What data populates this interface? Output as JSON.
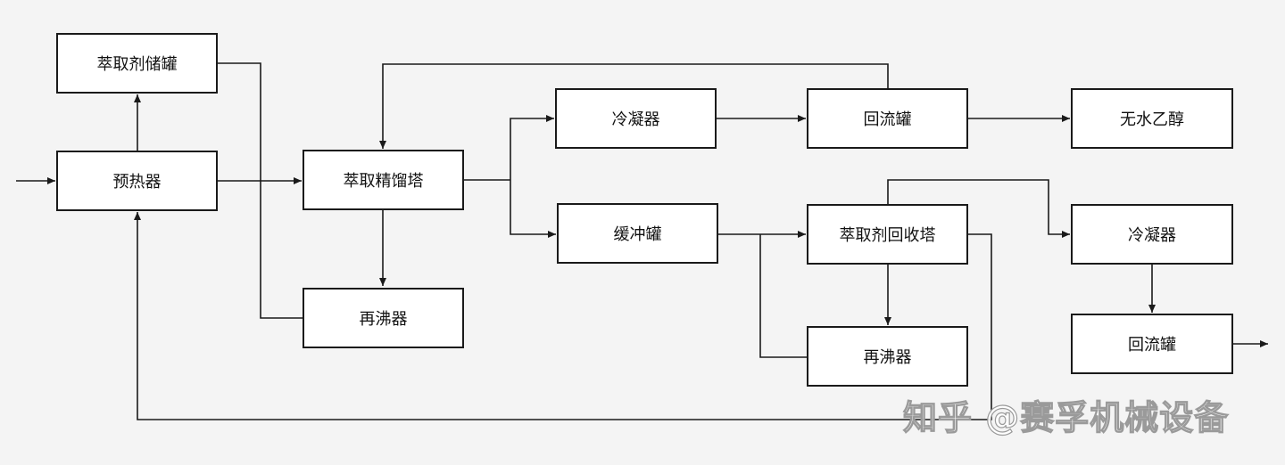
{
  "nodes": {
    "solvent_tank": "萃取剂储罐",
    "preheater": "预热器",
    "extractive_column": "萃取精馏塔",
    "reboiler_1": "再沸器",
    "condenser_1": "冷凝器",
    "reflux_tank_1": "回流罐",
    "anhydrous_ethanol": "无水乙醇",
    "buffer_tank": "缓冲罐",
    "recovery_column": "萃取剂回收塔",
    "reboiler_2": "再沸器",
    "condenser_2": "冷凝器",
    "reflux_tank_2": "回流罐"
  },
  "watermark": "知乎 @赛孚机械设备",
  "colors": {
    "line": "#1a1a1a",
    "box_border": "#1a1a1a",
    "background": "#f4f4f4"
  }
}
